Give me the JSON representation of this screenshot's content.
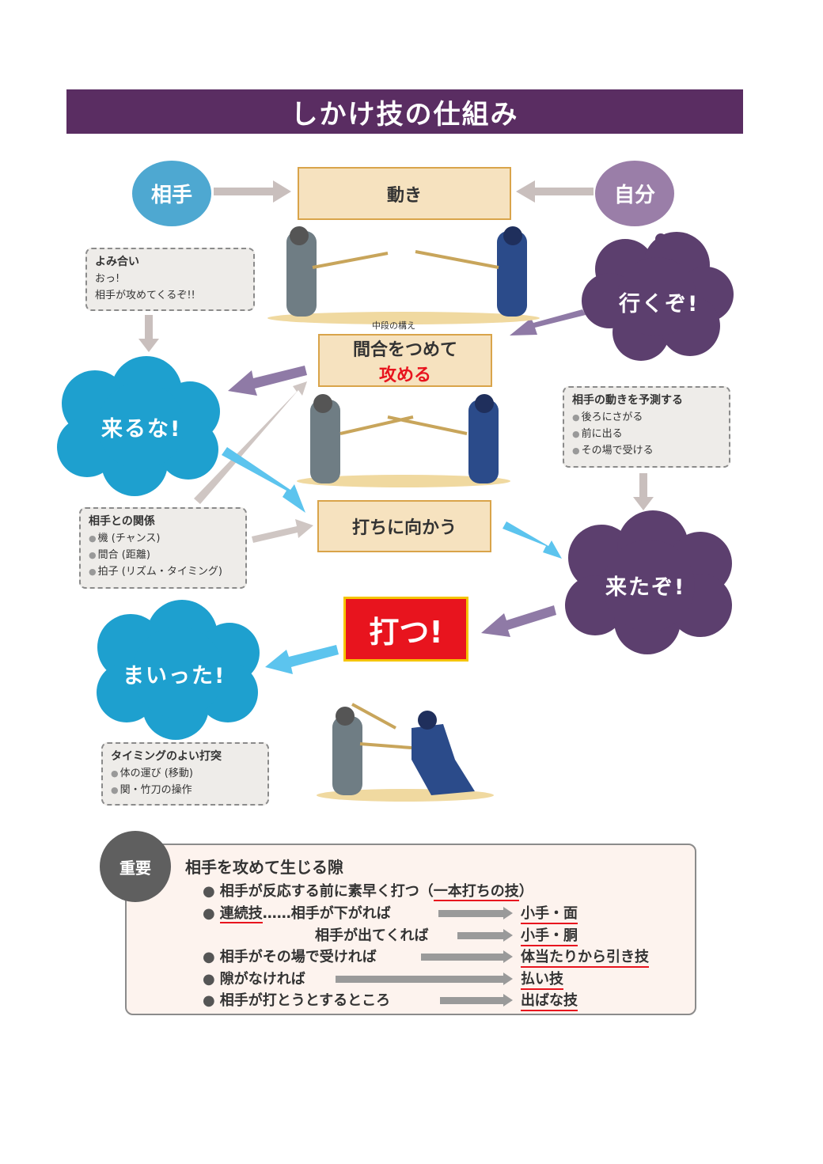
{
  "title": "しかけ技の仕組み",
  "opponent_label": "相手",
  "self_label": "自分",
  "movement_box": "動き",
  "approach_box": {
    "line1": "間合をつめて",
    "line2": "攻める"
  },
  "strike_approach_box": "打ちに向かう",
  "strike_box": "打つ!",
  "chudan_caption": "中段の構え",
  "clouds": {
    "go": "行くぞ!",
    "dont_come": "来るな!",
    "here_it_comes": "来たぞ!",
    "i_give_up": "まいった!"
  },
  "notes": {
    "yomiai": {
      "heading": "よみ合い",
      "lines": [
        "おっ!",
        "相手が攻めてくるぞ!!"
      ]
    },
    "predict": {
      "heading": "相手の動きを予測する",
      "items": [
        "後ろにさがる",
        "前に出る",
        "その場で受ける"
      ]
    },
    "relation": {
      "heading": "相手との関係",
      "items": [
        "機 (チャンス)",
        "間合 (距離)",
        "拍子 (リズム・タイミング)"
      ]
    },
    "timing": {
      "heading": "タイミングのよい打突",
      "items": [
        "体の運び (移動)",
        "関・竹刀の操作"
      ]
    }
  },
  "important": {
    "badge": "重要",
    "heading": "相手を攻めて生じる隙",
    "row1": {
      "text": "相手が反応する前に素早く打つ（",
      "result": "一本打ちの技",
      "close": "）"
    },
    "row2": {
      "term": "連続技",
      "dots": "……",
      "cond": "相手が下がれば",
      "result": "小手・面"
    },
    "row3": {
      "cond": "相手が出てくれば",
      "result": "小手・胴"
    },
    "row4": {
      "cond": "相手がその場で受ければ",
      "result": "体当たりから引き技"
    },
    "row5": {
      "cond": "隙がなければ",
      "result": "払い技"
    },
    "row6": {
      "cond": "相手が打とうとするところ",
      "result": "出ばな技"
    }
  },
  "colors": {
    "title_bg": "#5a2d62",
    "opponent_blue": "#1ea0cf",
    "self_purple": "#5c3f6e",
    "box_fill": "#f6e2bf",
    "strike_red": "#e8141e"
  }
}
